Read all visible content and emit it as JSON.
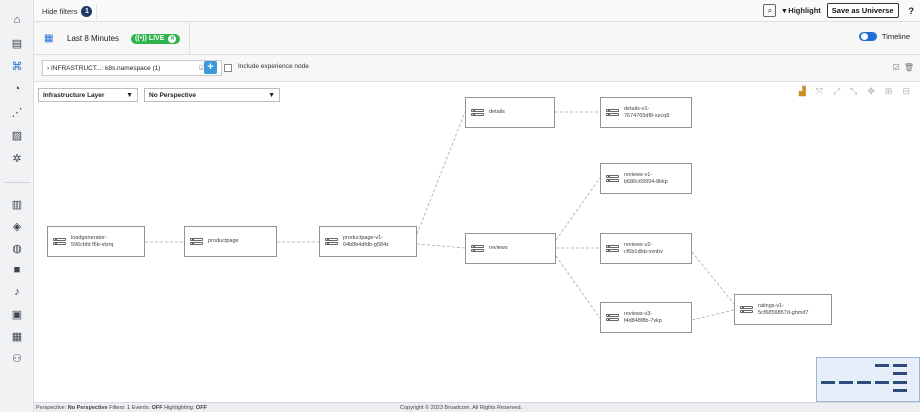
{
  "topbar": {
    "hide_filters_label": "Hide filters",
    "filter_count": "1",
    "highlight_label": "▾ Highlight",
    "save_universe_label": "Save as Universe",
    "help_label": "?"
  },
  "timebar": {
    "range_label": "Last 8 Minutes",
    "live_label": "LIVE",
    "timeline_label": "Timeline"
  },
  "filter": {
    "chip_label": "› INFRASTRUCT...: k8s.namespace (1)",
    "experience_node_label": "Include experience node"
  },
  "canvas": {
    "layer_select": "Infrastructure Layer",
    "perspective_select": "No Perspective",
    "nodes": [
      {
        "id": "loadgenerator",
        "line1": "loadgenerator-",
        "line2": "596cbfd f6b-vtzrq"
      },
      {
        "id": "productpage",
        "line1": "productpage",
        "line2": ""
      },
      {
        "id": "productpage-v1",
        "line1": "productpage-v1-",
        "line2": "64b8b4dfdb-g584z"
      },
      {
        "id": "details",
        "line1": "details",
        "line2": ""
      },
      {
        "id": "reviews",
        "line1": "reviews",
        "line2": ""
      },
      {
        "id": "details-v1",
        "line1": "details-v1-",
        "line2": "7674765df8-szcq8"
      },
      {
        "id": "reviews-v1",
        "line1": "reviews-v1-",
        "line2": "b686c69994-8kkp"
      },
      {
        "id": "reviews-v2",
        "line1": "reviews-v2-",
        "line2": "cf6b1dbb-vvnbv"
      },
      {
        "id": "reviews-v3",
        "line1": "reviews-v3-",
        "line2": "f4d848f8b-7vkp"
      },
      {
        "id": "ratings-v1",
        "line1": "ratings-v1-",
        "line2": "5cf6859857d-ghmd7"
      }
    ]
  },
  "statusbar": {
    "perspective_label": "Perspective:",
    "perspective_value": "No Perspective",
    "filters_text": "Filters: 1",
    "events_label": "Events:",
    "events_value": "OFF",
    "highlighting_label": "Highlighting:",
    "highlighting_value": "OFF",
    "copyright": "Copyright © 2023 Broadcom. All Rights Reserved."
  },
  "colors": {
    "accent": "#1f6fd1",
    "live_green": "#2db34a",
    "rail_bg": "#f1f2f4"
  },
  "icons": {
    "rail": [
      "home-icon",
      "building-icon",
      "map-icon",
      "dashboard-icon",
      "analytics-icon",
      "chart-icon",
      "settings-icon",
      "building-icon",
      "cube-icon",
      "globe-icon",
      "folder-icon",
      "alert-icon",
      "box-icon",
      "report-icon",
      "hierarchy-icon"
    ],
    "toolbar": [
      "chart-icon",
      "fit-icon",
      "expand-icon",
      "collapse-icon",
      "center-icon",
      "group-icon",
      "layout-icon"
    ]
  }
}
